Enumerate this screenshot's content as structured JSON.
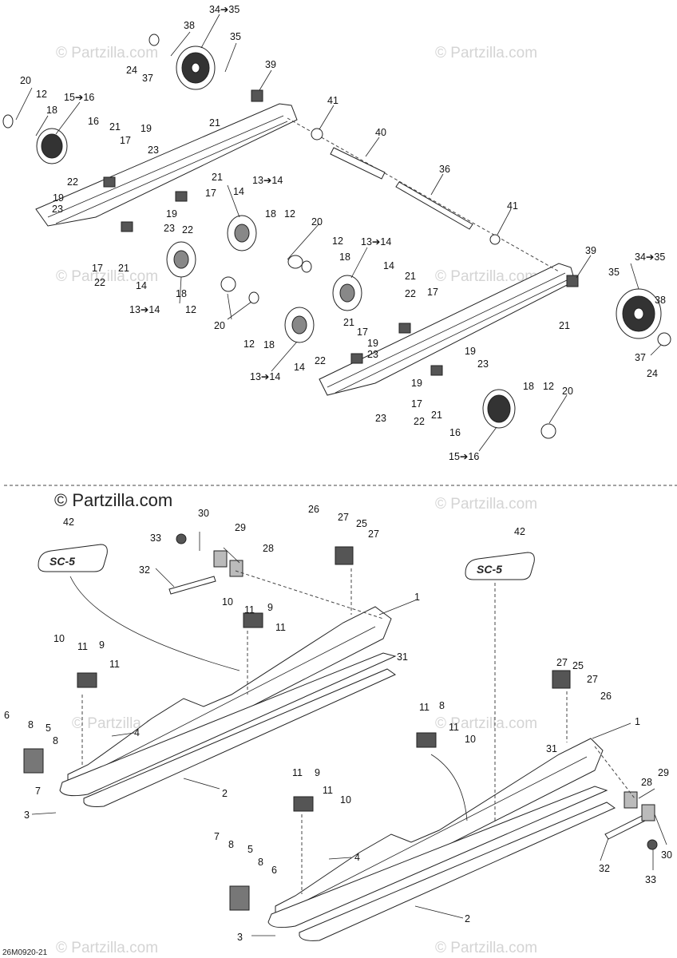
{
  "watermarks": {
    "main": "© Partzilla.com",
    "faint": "© Partzilla.com"
  },
  "figure_code": "26M0920-21",
  "emblem_text": "SC-5",
  "callouts": {
    "c1": "1",
    "c2": "2",
    "c3": "3",
    "c4": "4",
    "c5": "5",
    "c6": "6",
    "c7": "7",
    "c8": "8",
    "c9": "9",
    "c10": "10",
    "c11": "11",
    "c12": "12",
    "c13to14": "13➔14",
    "c14": "14",
    "c15to16": "15➔16",
    "c16": "16",
    "c17": "17",
    "c18": "18",
    "c19": "19",
    "c20": "20",
    "c21": "21",
    "c22": "22",
    "c23": "23",
    "c24": "24",
    "c25": "25",
    "c26": "26",
    "c27": "27",
    "c28": "28",
    "c29": "29",
    "c30": "30",
    "c31": "31",
    "c32": "32",
    "c33": "33",
    "c34to35": "34➔35",
    "c35": "35",
    "c36": "36",
    "c37": "37",
    "c38": "38",
    "c39": "39",
    "c40": "40",
    "c41": "41",
    "c42": "42"
  },
  "colors": {
    "line": "#222222",
    "part_fill": "#ffffff",
    "dark_fill": "#333333",
    "watermark": "#d4d4d4"
  }
}
